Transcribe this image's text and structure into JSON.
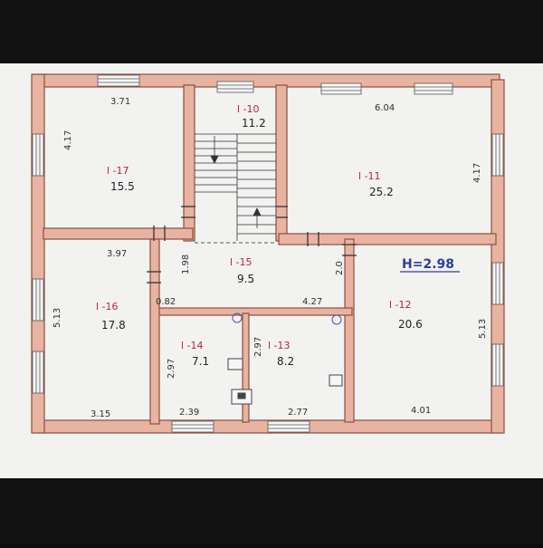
{
  "plan": {
    "ceiling_height": "H=2.98",
    "rooms": [
      {
        "id": "r10",
        "code": "l -10",
        "area": "11.2"
      },
      {
        "id": "r11",
        "code": "l -11",
        "area": "25.2"
      },
      {
        "id": "r12",
        "code": "l -12",
        "area": "20.6"
      },
      {
        "id": "r13",
        "code": "l -13",
        "area": "8.2"
      },
      {
        "id": "r14",
        "code": "l -14",
        "area": "7.1"
      },
      {
        "id": "r15",
        "code": "l -15",
        "area": "9.5"
      },
      {
        "id": "r16",
        "code": "l -16",
        "area": "17.8"
      },
      {
        "id": "r17",
        "code": "l -17",
        "area": "15.5"
      }
    ],
    "dimensions": {
      "d371": "3.71",
      "d604": "6.04",
      "d417a": "4.17",
      "d417b": "4.17",
      "d397": "3.97",
      "d198": "1.98",
      "d20": "2.0",
      "d427": "4.27",
      "d082": "0.82",
      "d513a": "5.13",
      "d513b": "5.13",
      "d297a": "2.97",
      "d297b": "2.97",
      "d315": "3.15",
      "d239": "2.39",
      "d277": "2.77",
      "d401": "4.01"
    }
  }
}
